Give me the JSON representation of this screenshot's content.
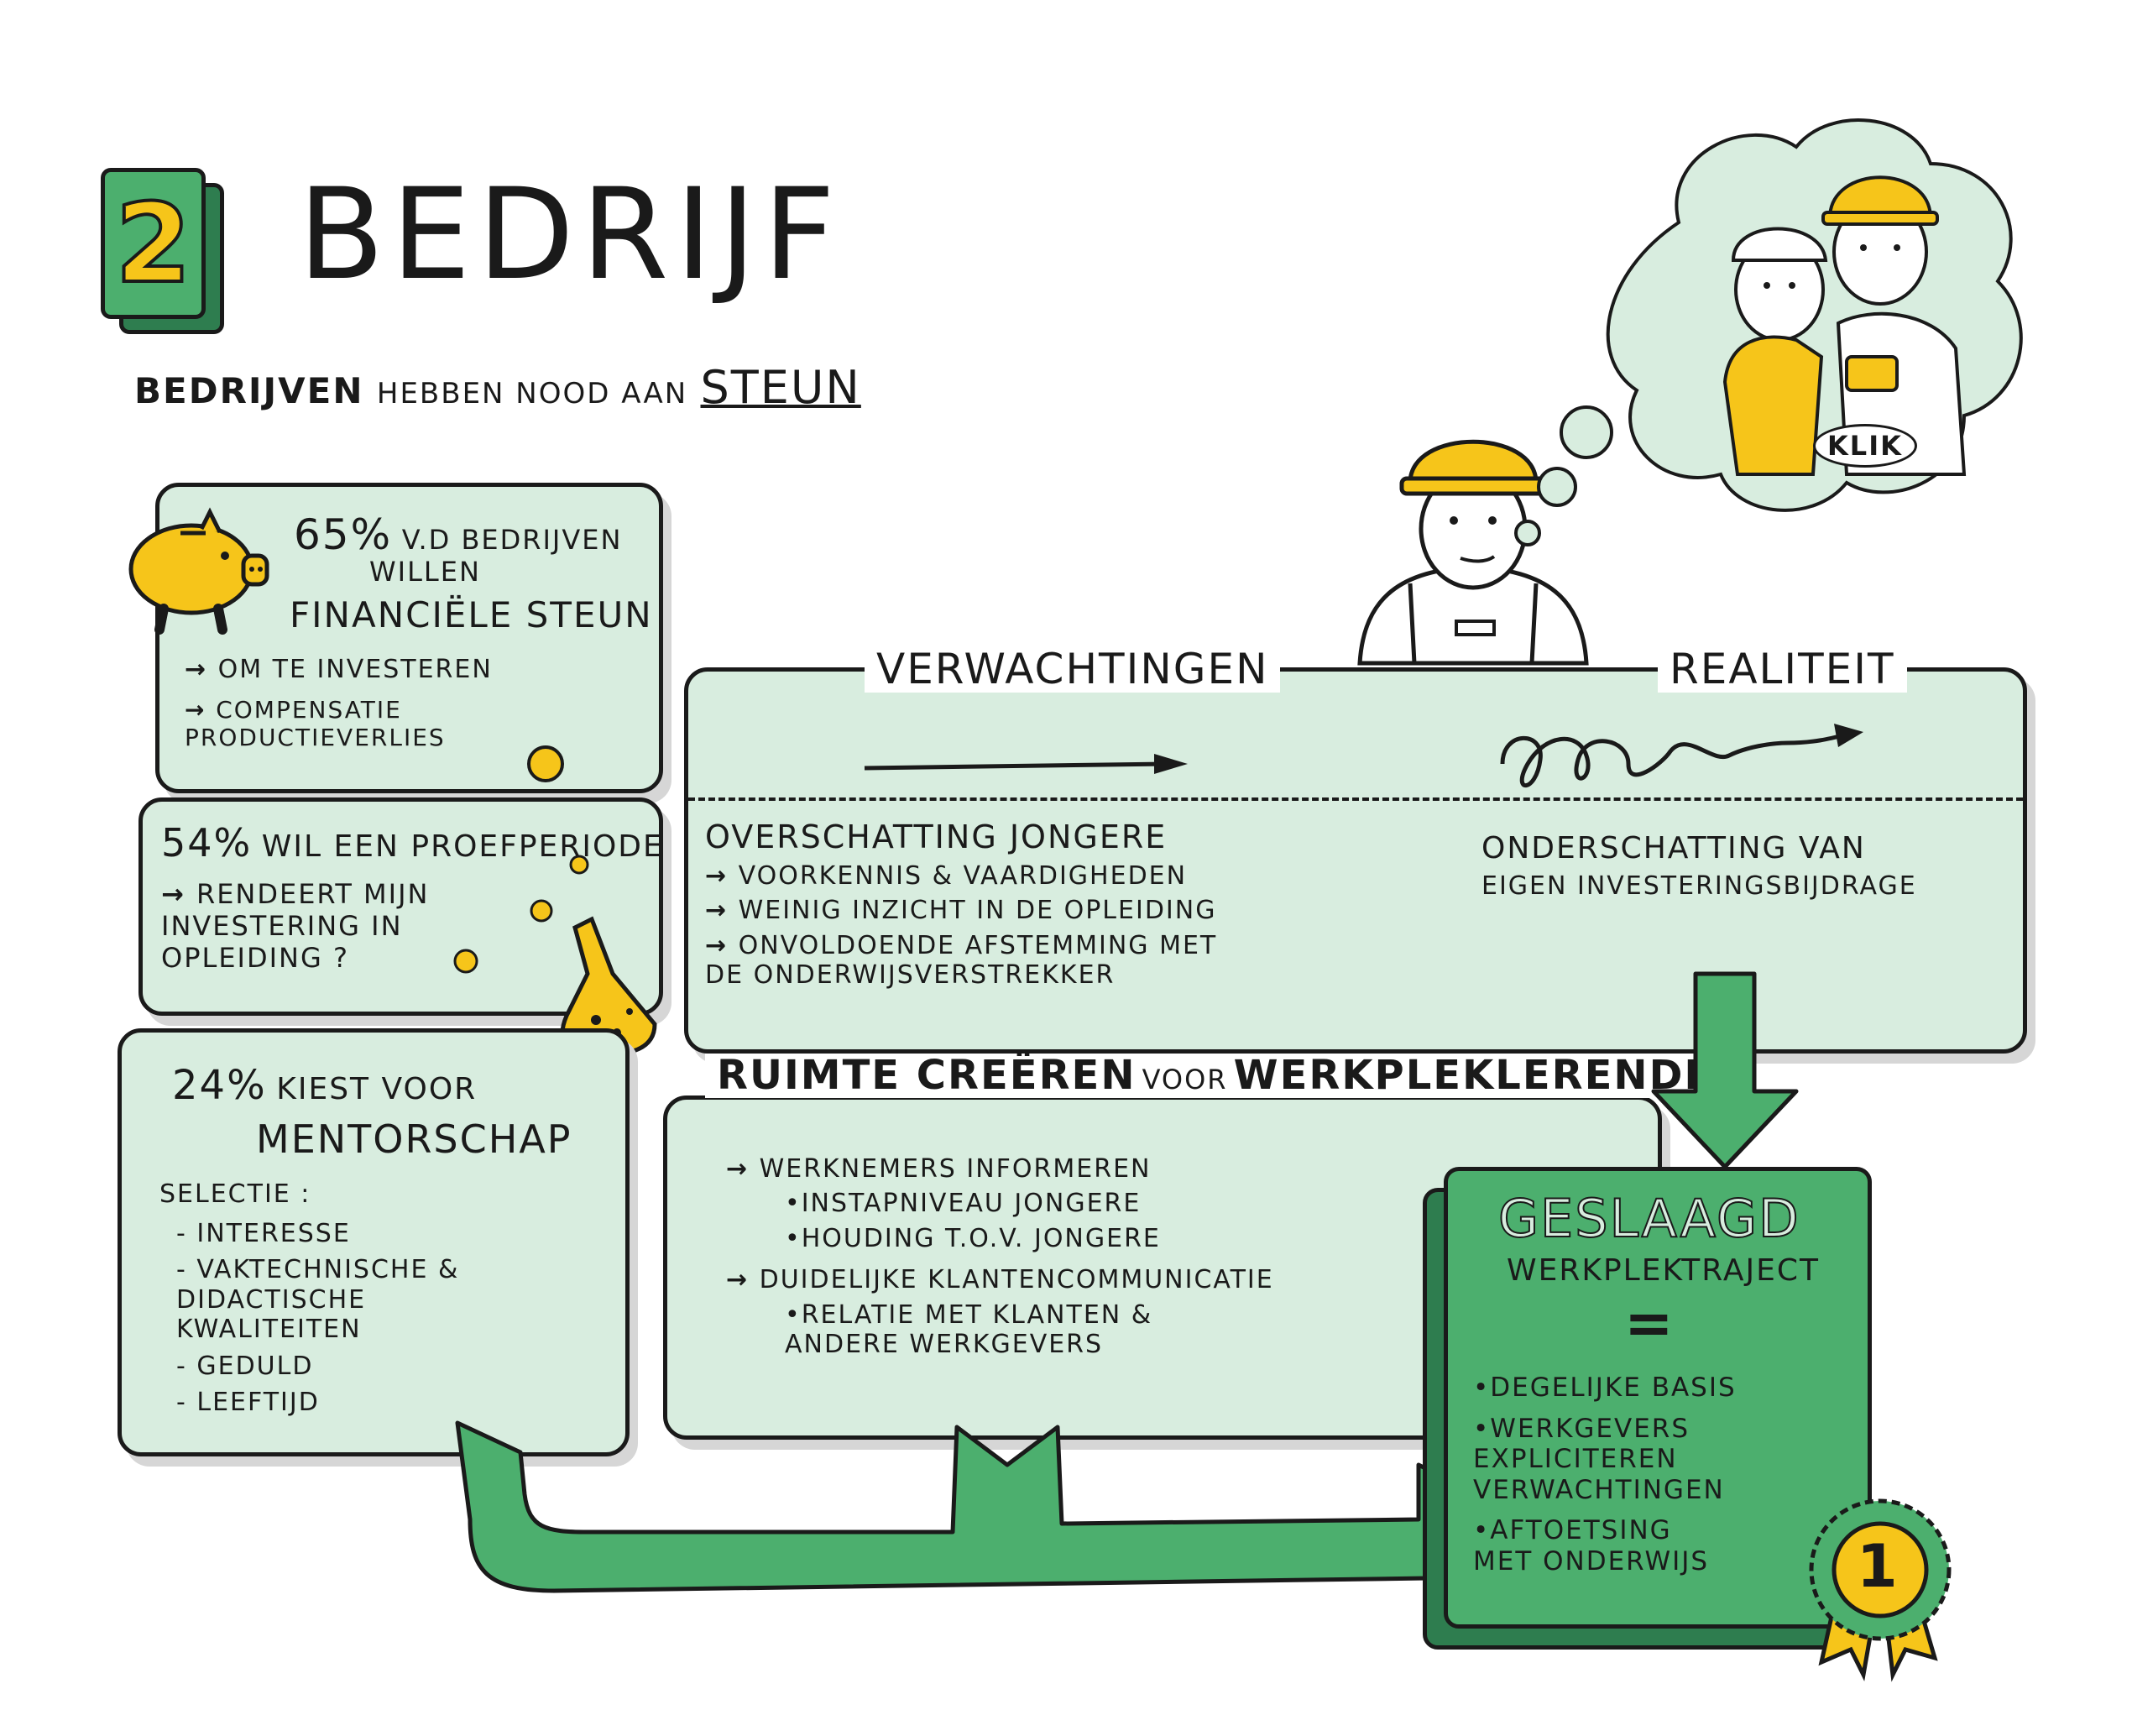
{
  "header": {
    "section_number": "2",
    "title": "BEDRIJF",
    "subtitle_bold": "BEDRIJVEN",
    "subtitle_mid": "HEBBEN NOOD AAN",
    "subtitle_underlined": "STEUN"
  },
  "box1": {
    "percent": "65%",
    "line1": "V.D BEDRIJVEN",
    "line2": "WILLEN",
    "line3": "FINANCIËLE STEUN",
    "items": [
      "OM TE INVESTEREN",
      "COMPENSATIE PRODUCTIEVERLIES"
    ]
  },
  "box2": {
    "percent": "54%",
    "line1": "WIL EEN PROEFPERIODE",
    "item": "RENDEERT MIJN INVESTERING IN OPLEIDING ?"
  },
  "box3": {
    "percent": "24%",
    "line1": "KIEST VOOR",
    "line2": "MENTORSCHAP",
    "selectie": "SELECTIE :",
    "items": [
      "INTERESSE",
      "VAKTECHNISCHE & DIDACTISCHE KWALITEITEN",
      "GEDULD",
      "LEEFTIJD"
    ]
  },
  "expect": {
    "left_title": "VERWACHTINGEN",
    "right_title": "REALITEIT",
    "over_title": "OVERSCHATTING JONGERE",
    "over_items": [
      "VOORKENNIS & VAARDIGHEDEN",
      "WEINIG INZICHT IN DE OPLEIDING",
      "ONVOLDOENDE AFSTEMMING MET DE ONDERWIJSVERSTREKKER"
    ],
    "under_title": "ONDERSCHATTING VAN",
    "under_line2": "EIGEN INVESTERINGSBIJDRAGE"
  },
  "ruimte": {
    "title_a": "RUIMTE CREËREN",
    "title_b": "VOOR",
    "title_c": "WERKPLEKLERENDE",
    "item1": "WERKNEMERS INFORMEREN",
    "item1_subs": [
      "INSTAPNIVEAU JONGERE",
      "HOUDING T.O.V. JONGERE"
    ],
    "item2": "DUIDELIJKE KLANTENCOMMUNICATIE",
    "item2_subs": [
      "RELATIE MET KLANTEN & ANDERE WERKGEVERS"
    ]
  },
  "result": {
    "title": "GESLAAGD",
    "subtitle": "WERKPLEKTRAJECT",
    "equals": "=",
    "items": [
      "DEGELIJKE BASIS",
      "WERKGEVERS EXPLICITEREN VERWACHTINGEN",
      "AFTOETSING MET ONDERWIJS"
    ],
    "medal": "1"
  },
  "illustration": {
    "klik": "KLIK"
  },
  "colors": {
    "mint": "#d8eddf",
    "green": "#4caf6e",
    "dark_green": "#2e7d4f",
    "yellow": "#f6c51a",
    "ink": "#1a1a1a"
  }
}
